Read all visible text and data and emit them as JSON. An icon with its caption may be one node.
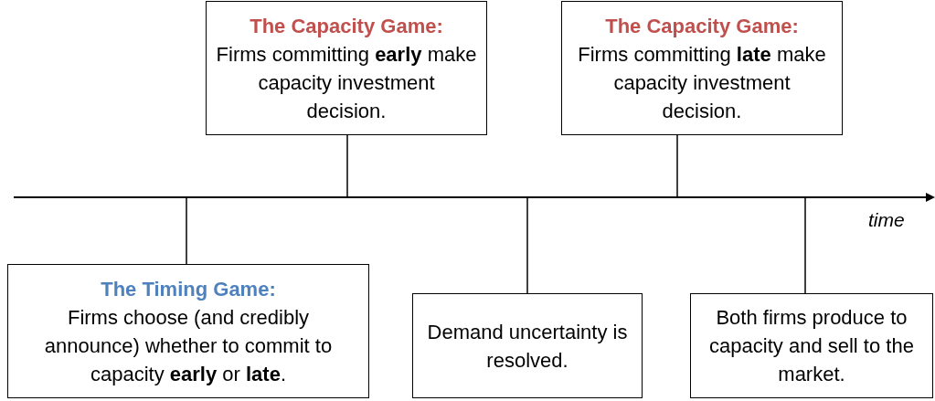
{
  "diagram": {
    "nodes": [
      {
        "text": [
          "The Capacity Game:",
          "Firms committing **early** make capacity investment decision."
        ]
      },
      {
        "text": [
          "The Capacity Game:",
          "Firms committing **late** make capacity investment decision."
        ]
      },
      {
        "text": [
          "The Timing Game:",
          "Firms choose (and credibly announce) whether to commit to capacity **early** or **late**."
        ]
      },
      {
        "text": [
          "Demand uncertainty is resolved."
        ]
      },
      {
        "text": [
          "Both firms produce to capacity and sell to the market."
        ]
      }
    ],
    "edges": [
      {
        "from": 0,
        "to": null,
        "arrow": "none"
      },
      {
        "from": 1,
        "to": null,
        "arrow": "none"
      },
      {
        "from": 2,
        "to": null,
        "arrow": "none"
      },
      {
        "from": 3,
        "to": null,
        "arrow": "none"
      },
      {
        "from": 4,
        "to": null,
        "arrow": "none"
      }
    ],
    "labels": [
      "time"
    ]
  }
}
